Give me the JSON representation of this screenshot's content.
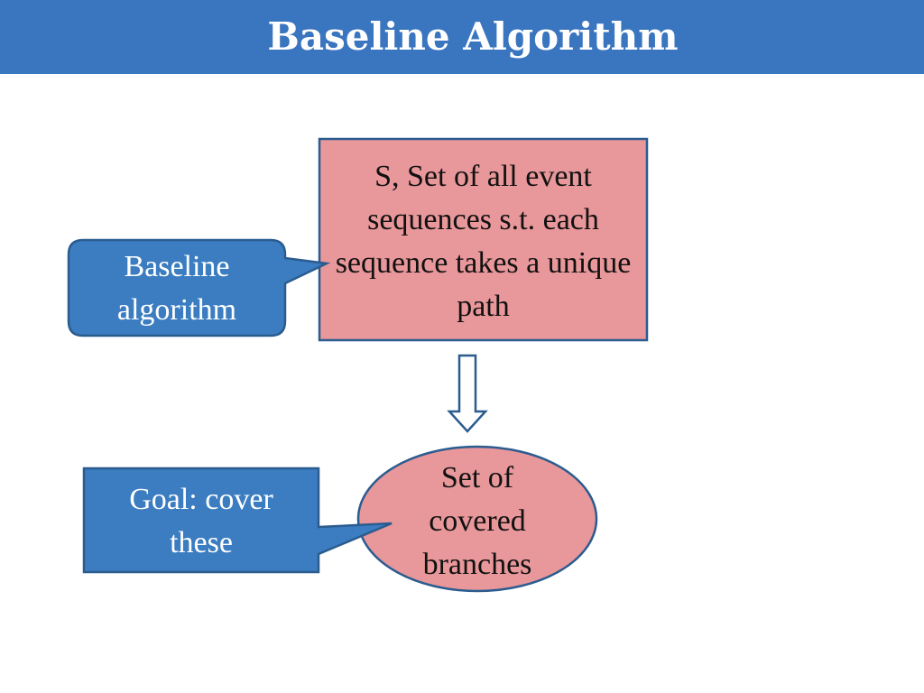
{
  "slide": {
    "title": "Baseline Algorithm"
  },
  "diagram": {
    "set_box_text": "S, Set of all event sequences s.t. each sequence takes a unique path",
    "baseline_callout_text": "Baseline algorithm",
    "covered_branches_text": "Set of covered branches",
    "goal_callout_text": "Goal: cover these"
  },
  "colors": {
    "title_bar": "#3a75bf",
    "pink_fill": "#e8979a",
    "blue_fill": "#3b7dc0",
    "dark_border": "#2b5c8f"
  }
}
